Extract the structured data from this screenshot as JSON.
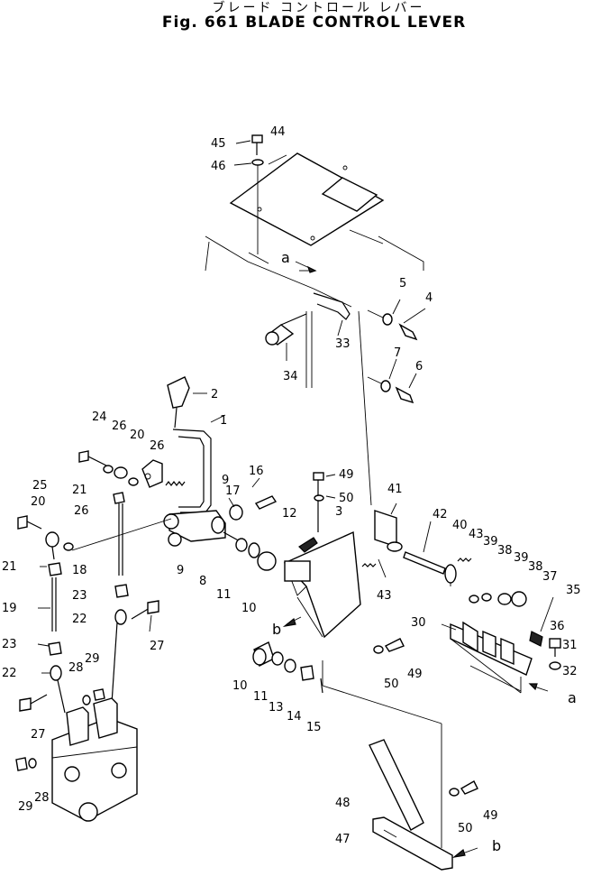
{
  "title_japanese": "ブレード コントロール レバー",
  "title_english": "Fig. 661 BLADE CONTROL LEVER",
  "callouts": [
    "1",
    "2",
    "3",
    "4",
    "5",
    "6",
    "7",
    "8",
    "9",
    "9",
    "10",
    "10",
    "11",
    "11",
    "12",
    "13",
    "14",
    "15",
    "16",
    "17",
    "18",
    "19",
    "20",
    "20",
    "21",
    "21",
    "22",
    "22",
    "23",
    "23",
    "24",
    "25",
    "26",
    "26",
    "26",
    "27",
    "27",
    "28",
    "28",
    "29",
    "29",
    "30",
    "31",
    "32",
    "33",
    "34",
    "35",
    "36",
    "37",
    "38",
    "38",
    "39",
    "39",
    "40",
    "41",
    "42",
    "43",
    "43",
    "44",
    "45",
    "46",
    "47",
    "48",
    "49",
    "49",
    "49",
    "50",
    "50",
    "50"
  ],
  "section_marks": [
    "a",
    "a",
    "b",
    "b"
  ]
}
